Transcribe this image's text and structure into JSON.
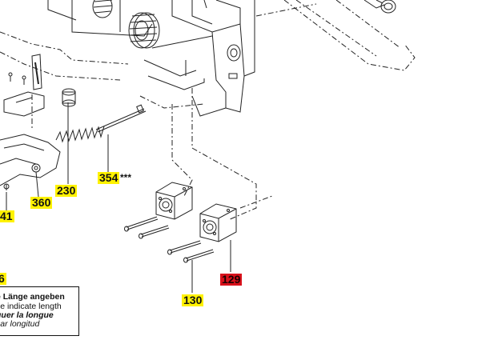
{
  "callouts": {
    "c230": "230",
    "c354": "354",
    "c354_suffix": "***",
    "c360": "360",
    "c41": "41",
    "c6": "6",
    "c130": "130",
    "c129": "129"
  },
  "colors": {
    "callout_yellow": "#fff200",
    "callout_red": "#d8111b",
    "line": "#222222"
  },
  "note_box": {
    "line1": "e Länge angeben",
    "line2": "se indicate length",
    "line3": "quer la longue",
    "line4": "car longitud"
  },
  "icons": [
    "screw-icon",
    "spring-icon",
    "manifold-block-icon",
    "housing-frame-icon"
  ]
}
